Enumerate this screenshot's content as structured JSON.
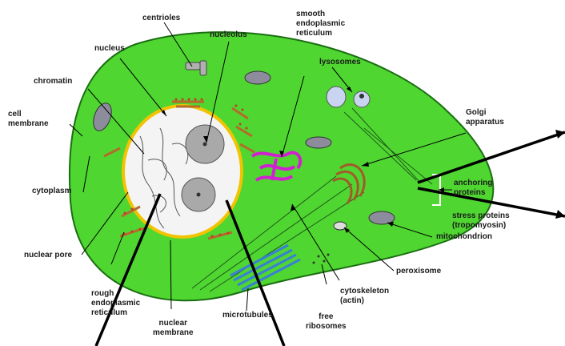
{
  "labels": {
    "nucleus": "nucleus",
    "centrioles": "centrioles",
    "nucleolus": "nucleolus",
    "smooth_er": [
      "smooth",
      "endoplasmic",
      "reticulum"
    ],
    "lysosomes": "lysosomes",
    "chromatin": "chromatin",
    "cell_membrane": [
      "cell",
      "membrane"
    ],
    "golgi": [
      "Golgi",
      "apparatus"
    ],
    "cytoplasm": "cytoplasm",
    "anchoring_proteins": [
      "anchoring",
      "proteins"
    ],
    "stress_proteins": [
      "stress proteins",
      "(tropomyosin)"
    ],
    "nuclear_pore": "nuclear pore",
    "mitochondrion": "mitochondrion",
    "peroxisome": "peroxisome",
    "rough_er": [
      "rough",
      "endoplasmic",
      "reticulum"
    ],
    "cytoskeleton": [
      "cytoskeleton",
      "(actin)"
    ],
    "free_ribosomes": [
      "free",
      "ribosomes"
    ],
    "microtubules": "microtubules",
    "nuclear_membrane": [
      "nuclear",
      "membrane"
    ]
  },
  "colors": {
    "cytoplasm": "#4fd631",
    "cell_outline": "#1b6e12",
    "nuclear_membrane": "#f2c300",
    "nucleus_fill": "#f4f4f4",
    "nucleolus": "#a9a9a9",
    "smooth_er": "#d21fd2",
    "golgi": "#a35a2a",
    "rough_er": "#b56a2b",
    "microtubules": "#3a7fd4",
    "lysosome": "#c9d4f0",
    "mitochondrion": "#8c8c9c",
    "ink": "#000000"
  }
}
